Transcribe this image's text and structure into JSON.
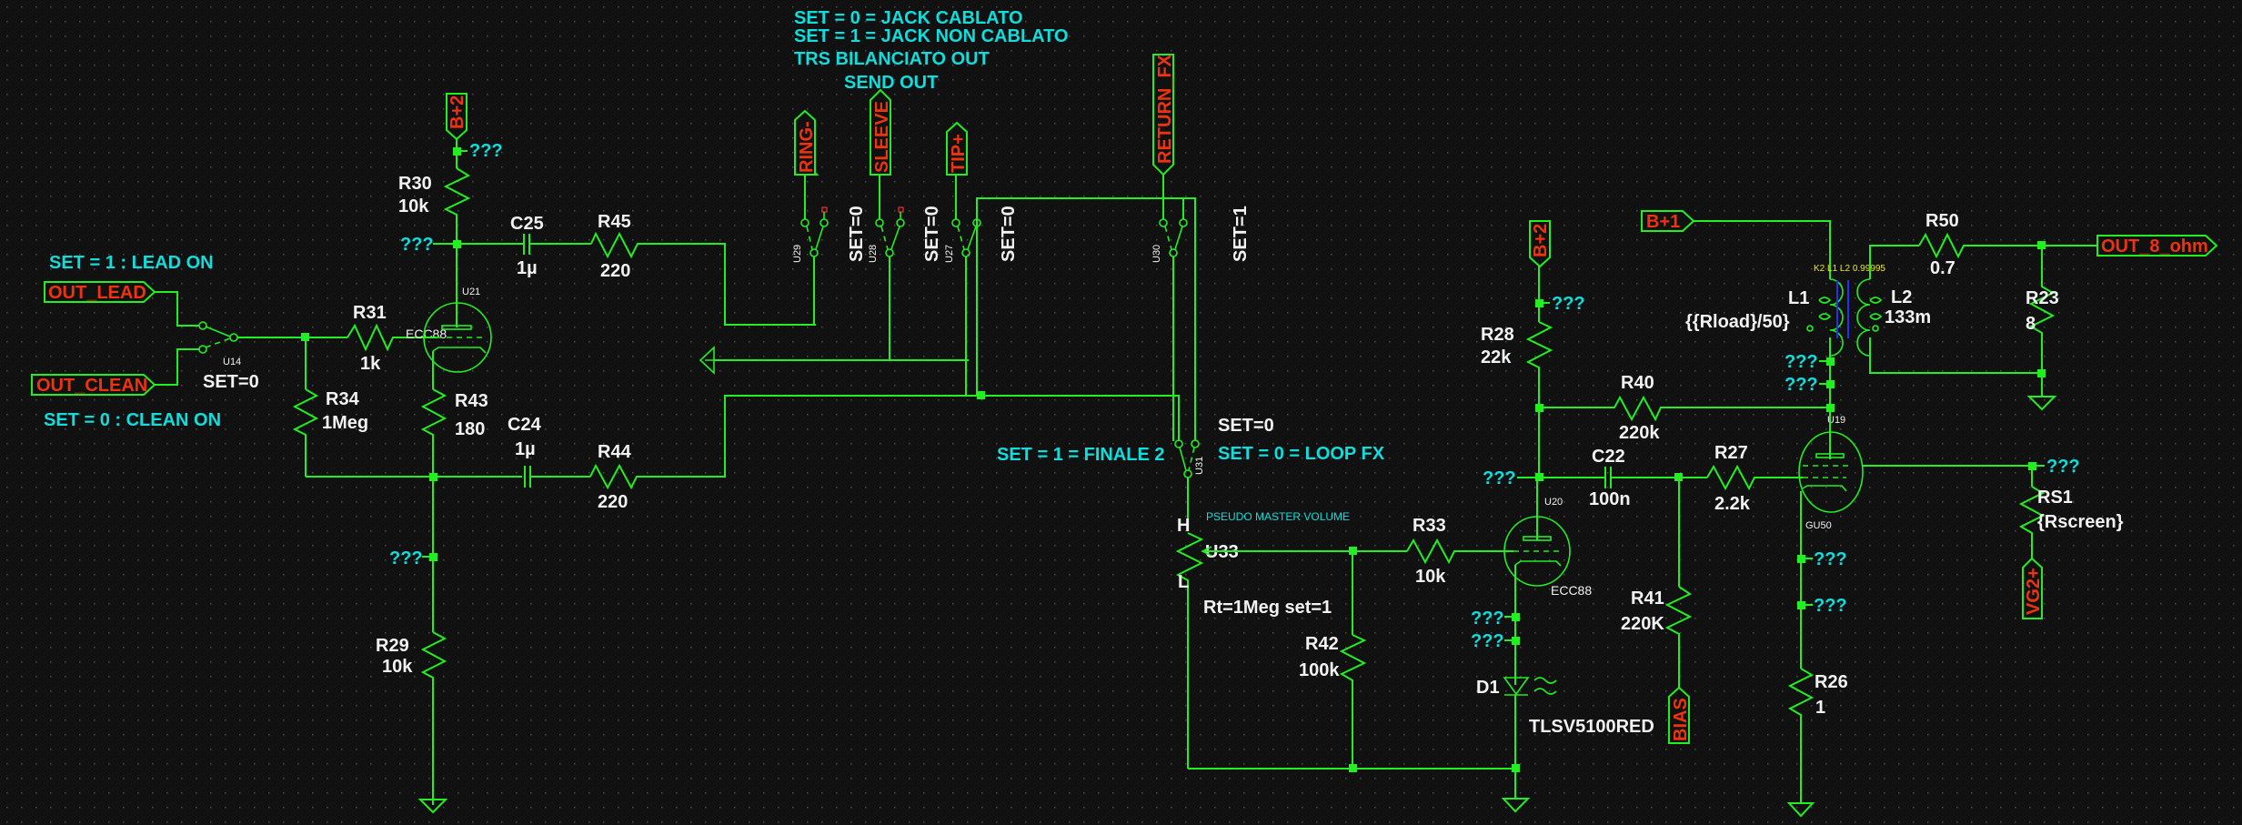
{
  "app": {
    "title": "LTspice schematic - tube amplifier FX loop"
  },
  "colors": {
    "background": "#111111",
    "wire": "#22ee22",
    "net_label": "#ee3311",
    "annotation": "#11dddd",
    "component_text": "#f2f2f2",
    "coupling": "#e8e810"
  },
  "notes": {
    "jack_set0": "SET = 0 = JACK CABLATO",
    "jack_set1": "SET = 1 = JACK NON CABLATO",
    "trs": "TRS BILANCIATO OUT",
    "send_out": "SEND OUT",
    "lead_on": "SET = 1 : LEAD ON",
    "clean_on": "SET = 0 : CLEAN ON",
    "finale2": "SET = 1 = FINALE 2",
    "loop_fx": "SET = 0 = LOOP FX",
    "pseudo_master": "PSEUDO MASTER VOLUME"
  },
  "net_labels": {
    "out_lead": "OUT_LEAD",
    "out_clean": "OUT_CLEAN",
    "bplus2_left": "B+2",
    "ring": "RING-",
    "sleeve": "SLEEVE",
    "tip": "TIP+",
    "return_fx": "RETURN_FX",
    "bplus2_right": "B+2",
    "bplus1": "B+1",
    "out_8_ohm": "OUT_8_ohm",
    "bias": "BIAS",
    "vg2": "VG2+"
  },
  "unknown_probe": "???",
  "components": {
    "R30": {
      "name": "R30",
      "value": "10k"
    },
    "C25": {
      "name": "C25",
      "value": "1µ"
    },
    "R45": {
      "name": "R45",
      "value": "220"
    },
    "R31": {
      "name": "R31",
      "value": "1k"
    },
    "R34": {
      "name": "R34",
      "value": "1Meg"
    },
    "R43": {
      "name": "R43",
      "value": "180"
    },
    "C24": {
      "name": "C24",
      "value": "1µ"
    },
    "R44": {
      "name": "R44",
      "value": "220"
    },
    "R29": {
      "name": "R29",
      "value": "10k"
    },
    "U21": {
      "name": "U21",
      "model": "ECC88"
    },
    "U14": {
      "name": "U14",
      "set": "SET=0"
    },
    "U29": {
      "name": "U29",
      "set": "SET=0"
    },
    "U28": {
      "name": "U28",
      "set": "SET=0"
    },
    "U27": {
      "name": "U27",
      "set": "SET=0"
    },
    "U30": {
      "name": "U30",
      "set": "SET=1"
    },
    "U31": {
      "name": "U31",
      "set": "SET=0"
    },
    "U33": {
      "name": "U33",
      "h": "H",
      "l": "L",
      "param": "Rt=1Meg set=1"
    },
    "R33": {
      "name": "R33",
      "value": "10k"
    },
    "R42": {
      "name": "R42",
      "value": "100k"
    },
    "U20": {
      "name": "U20",
      "model": "ECC88"
    },
    "D1": {
      "name": "D1",
      "value": "TLSV5100RED"
    },
    "R28": {
      "name": "R28",
      "value": "22k"
    },
    "R40": {
      "name": "R40",
      "value": "220k"
    },
    "C22": {
      "name": "C22",
      "value": "100n"
    },
    "R27": {
      "name": "R27",
      "value": "2.2k"
    },
    "R41": {
      "name": "R41",
      "value": "220K"
    },
    "U19": {
      "name": "U19",
      "model": "GU50"
    },
    "L1": {
      "name": "L1",
      "value": "{{Rload}/50}"
    },
    "L2": {
      "name": "L2",
      "value": "133m"
    },
    "K2": {
      "text": "K2 L1 L2 0.99995"
    },
    "R50": {
      "name": "R50",
      "value": "0.7"
    },
    "R23": {
      "name": "R23",
      "value": "8"
    },
    "RS1": {
      "name": "RS1",
      "value": "{Rscreen}"
    },
    "R26": {
      "name": "R26",
      "value": "1"
    }
  }
}
